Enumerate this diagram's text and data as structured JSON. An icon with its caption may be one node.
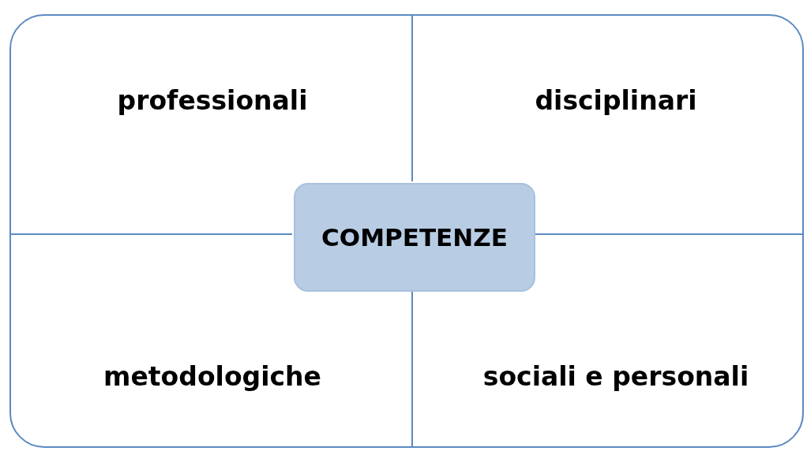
{
  "diagram": {
    "nodes": [
      {
        "text": [],
        "shape": "box"
      },
      {
        "text": [
          "professionali"
        ],
        "in": 0
      },
      {
        "text": [
          "disciplinari"
        ],
        "in": 0
      },
      {
        "text": [
          "COMPETENZE"
        ],
        "in": 0
      },
      {
        "text": [
          "metodologiche"
        ],
        "in": 0
      },
      {
        "text": [
          "sociali e personali"
        ],
        "in": 0
      }
    ]
  }
}
